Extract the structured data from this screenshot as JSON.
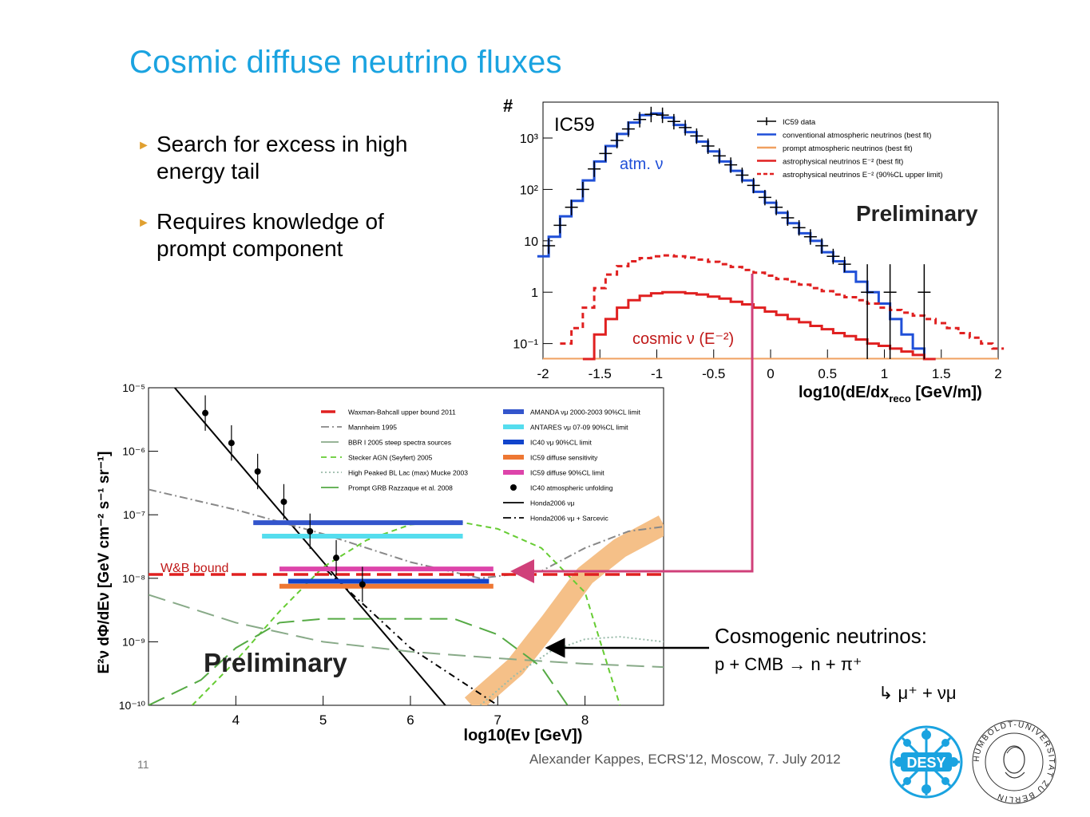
{
  "slide": {
    "title": "Cosmic diffuse neutrino fluxes",
    "bullets": [
      "Search for excess in high energy tail",
      "Requires knowledge of prompt component"
    ],
    "page_number": "11",
    "footer": "Alexander Kappes, ECRS'12, Moscow, 7. July 2012",
    "logo_desy": "DESY",
    "logo_hu_text": "HUMBOLDT-UNIVERSITÄT ZU BERLIN"
  },
  "annotations": {
    "wb_bound": "W&B bound",
    "cosmogenic_title": "Cosmogenic neutrinos:",
    "cosmogenic_line1": "p + CMB → n + π⁺",
    "cosmogenic_line2": "↳ μ⁺ + νμ"
  },
  "colors": {
    "title": "#1aa3e0",
    "blue": "#1f4fd8",
    "red": "#e02020",
    "orange": "#f0a060",
    "pink_arrow": "#d0407a"
  },
  "chart_data": [
    {
      "type": "line",
      "title": "",
      "tag": "IC59",
      "watermark": "Preliminary",
      "ylabel": "#",
      "xlabel": "log10(dE/dx_reco [GeV/m])",
      "xlabel_main": "log10(dE/dx",
      "xlabel_sub": "reco",
      "xlabel_end": " [GeV/m])",
      "ylog": true,
      "xlim": [
        -2,
        2
      ],
      "ylim": [
        0.05,
        5000
      ],
      "xticks": [
        -2,
        -1.5,
        -1,
        -0.5,
        0,
        0.5,
        1,
        1.5,
        2
      ],
      "xtick_labels": [
        "-2",
        "-1.5",
        "-1",
        "-0.5",
        "0",
        "0.5",
        "1",
        "1.5",
        "2"
      ],
      "yticks": [
        0.1,
        1,
        10,
        100,
        1000
      ],
      "ytick_labels": [
        "10⁻¹",
        "1",
        "10",
        "10²",
        "10³"
      ],
      "inline_labels": {
        "atm": "atm. ν",
        "cosmic": "cosmic ν (E⁻²)"
      },
      "legend": [
        {
          "name": "IC59 data",
          "color": "#000000",
          "style": "cross"
        },
        {
          "name": "conventional atmospheric neutrinos (best fit)",
          "color": "#1f4fd8",
          "style": "solid"
        },
        {
          "name": "prompt atmospheric neutrinos (best fit)",
          "color": "#f0a060",
          "style": "solid"
        },
        {
          "name": "astrophysical neutrinos E⁻² (best fit)",
          "color": "#e02020",
          "style": "solid"
        },
        {
          "name": "astrophysical neutrinos E⁻² (90%CL upper limit)",
          "color": "#e02020",
          "style": "dashed"
        }
      ],
      "series": [
        {
          "name": "conventional atmospheric neutrinos (best fit)",
          "color": "#1f4fd8",
          "style": "step",
          "x": [
            -2.0,
            -1.9,
            -1.8,
            -1.7,
            -1.6,
            -1.5,
            -1.4,
            -1.3,
            -1.2,
            -1.1,
            -1.0,
            -0.9,
            -0.8,
            -0.7,
            -0.6,
            -0.5,
            -0.4,
            -0.3,
            -0.2,
            -0.1,
            0.0,
            0.1,
            0.2,
            0.3,
            0.4,
            0.5,
            0.6,
            0.7,
            0.8,
            0.9,
            1.0,
            1.1,
            1.2,
            1.3,
            1.4
          ],
          "y": [
            5,
            12,
            30,
            60,
            150,
            350,
            700,
            1200,
            2000,
            2800,
            3000,
            2500,
            1800,
            1300,
            850,
            550,
            350,
            230,
            150,
            90,
            55,
            35,
            22,
            14,
            10,
            6,
            4,
            2.5,
            1.6,
            1,
            0.6,
            0.3,
            0.15,
            0.08,
            0.05
          ]
        },
        {
          "name": "astrophysical neutrinos E⁻² (best fit)",
          "color": "#e02020",
          "style": "step",
          "x": [
            -1.6,
            -1.5,
            -1.4,
            -1.3,
            -1.2,
            -1.1,
            -1.0,
            -0.9,
            -0.8,
            -0.7,
            -0.6,
            -0.5,
            -0.4,
            -0.3,
            -0.2,
            -0.1,
            0.0,
            0.1,
            0.2,
            0.3,
            0.4,
            0.5,
            0.6,
            0.7,
            0.8,
            0.9,
            1.0,
            1.1,
            1.2,
            1.3,
            1.4
          ],
          "y": [
            0.05,
            0.15,
            0.3,
            0.5,
            0.7,
            0.85,
            0.95,
            1.0,
            1.0,
            0.95,
            0.9,
            0.82,
            0.75,
            0.65,
            0.58,
            0.5,
            0.42,
            0.36,
            0.3,
            0.26,
            0.22,
            0.19,
            0.16,
            0.14,
            0.12,
            0.1,
            0.09,
            0.08,
            0.07,
            0.06,
            0.05
          ]
        },
        {
          "name": "astrophysical neutrinos E⁻² (90%CL upper limit)",
          "color": "#e02020",
          "style": "dashed-step",
          "x": [
            -1.8,
            -1.7,
            -1.6,
            -1.5,
            -1.4,
            -1.3,
            -1.2,
            -1.1,
            -1.0,
            -0.9,
            -0.8,
            -0.7,
            -0.6,
            -0.5,
            -0.4,
            -0.3,
            -0.2,
            -0.1,
            0.0,
            0.1,
            0.2,
            0.3,
            0.4,
            0.5,
            0.6,
            0.7,
            0.8,
            0.9,
            1.0,
            1.1,
            1.2,
            1.3,
            1.4,
            1.5,
            1.6,
            1.7,
            1.8,
            1.9,
            2.0
          ],
          "y": [
            0.1,
            0.2,
            0.5,
            1.2,
            2.2,
            3.2,
            4.0,
            4.6,
            5.0,
            5.2,
            5.0,
            4.7,
            4.3,
            3.9,
            3.5,
            3.1,
            2.7,
            2.4,
            2.1,
            1.8,
            1.6,
            1.4,
            1.2,
            1.05,
            0.9,
            0.8,
            0.7,
            0.6,
            0.5,
            0.45,
            0.4,
            0.35,
            0.3,
            0.25,
            0.2,
            0.16,
            0.13,
            0.1,
            0.08
          ]
        },
        {
          "name": "IC59 data",
          "color": "#000000",
          "style": "points",
          "x": [
            -1.95,
            -1.85,
            -1.75,
            -1.65,
            -1.55,
            -1.45,
            -1.35,
            -1.25,
            -1.15,
            -1.05,
            -0.95,
            -0.85,
            -0.75,
            -0.65,
            -0.55,
            -0.45,
            -0.35,
            -0.25,
            -0.15,
            -0.05,
            0.05,
            0.15,
            0.25,
            0.35,
            0.45,
            0.55,
            0.65,
            0.85,
            1.05,
            1.35
          ],
          "y": [
            8,
            20,
            45,
            100,
            250,
            500,
            900,
            1500,
            2300,
            2900,
            2800,
            2100,
            1600,
            1100,
            700,
            450,
            300,
            190,
            120,
            70,
            45,
            28,
            18,
            12,
            8,
            5,
            3.5,
            1.0,
            1.0,
            1.0
          ]
        }
      ]
    },
    {
      "type": "line",
      "title": "",
      "watermark": "Preliminary",
      "ylabel": "E²ν dΦ/dEν [GeV cm⁻² s⁻¹ sr⁻¹]",
      "xlabel": "log10(Eν [GeV])",
      "xlim": [
        3,
        8.9
      ],
      "ylog": true,
      "ylim": [
        1e-10,
        1e-05
      ],
      "xticks": [
        4,
        5,
        6,
        7,
        8
      ],
      "xtick_labels": [
        "4",
        "5",
        "6",
        "7",
        "8"
      ],
      "yticks": [
        1e-10,
        1e-09,
        1e-08,
        1e-07,
        1e-06,
        1e-05
      ],
      "ytick_labels": [
        "10⁻¹⁰",
        "10⁻⁹",
        "10⁻⁸",
        "10⁻⁷",
        "10⁻⁶",
        "10⁻⁵"
      ],
      "legend": [
        {
          "name": "Waxman-Bahcall upper bound 2011",
          "color": "#e02020",
          "style": "dashed-thick"
        },
        {
          "name": "Mannheim 1995",
          "color": "#888888",
          "style": "dashdot"
        },
        {
          "name": "BBR I 2005 steep spectra sources",
          "color": "#88aa88",
          "style": "longdash"
        },
        {
          "name": "Stecker AGN (Seyfert) 2005",
          "color": "#66cc33",
          "style": "dashed"
        },
        {
          "name": "High Peaked BL Lac (max) Mucke 2003",
          "color": "#99bbaa",
          "style": "dotted"
        },
        {
          "name": "Prompt GRB Razzaque et al. 2008",
          "color": "#55aa44",
          "style": "longdash"
        },
        {
          "name": "AMANDA νμ 2000-2003 90%CL limit",
          "color": "#3355cc",
          "style": "bar"
        },
        {
          "name": "ANTARES νμ 07-09 90%CL limit",
          "color": "#55ddee",
          "style": "bar"
        },
        {
          "name": "IC40 νμ 90%CL limit",
          "color": "#1144cc",
          "style": "bar"
        },
        {
          "name": "IC59 diffuse sensitivity",
          "color": "#ee7733",
          "style": "bar"
        },
        {
          "name": "IC59 diffuse 90%CL limit",
          "color": "#dd44aa",
          "style": "bar"
        },
        {
          "name": "IC40 atmospheric unfolding",
          "color": "#000000",
          "style": "point"
        },
        {
          "name": "Honda2006 νμ",
          "color": "#000000",
          "style": "solid"
        },
        {
          "name": "Honda2006 νμ + Sarcevic",
          "color": "#000000",
          "style": "dashdot"
        }
      ],
      "series": [
        {
          "name": "Honda2006 νμ",
          "color": "#000000",
          "style": "solid",
          "x": [
            3.3,
            6.4
          ],
          "y": [
            1e-05,
            1e-10
          ]
        },
        {
          "name": "Honda2006 νμ + Sarcevic",
          "color": "#000000",
          "style": "dotdash",
          "x": [
            5.0,
            6.0,
            7.0
          ],
          "y": [
            1.5e-08,
            8e-10,
            1e-10
          ]
        },
        {
          "name": "Mannheim 1995",
          "color": "#888888",
          "style": "dashdot",
          "x": [
            3.0,
            4.0,
            5.0,
            6.0,
            6.8,
            7.5,
            8.0,
            8.5,
            8.9
          ],
          "y": [
            2.5e-07,
            1.2e-07,
            5e-08,
            1.8e-08,
            1e-08,
            1.3e-08,
            3e-08,
            5.5e-08,
            6.5e-08
          ]
        },
        {
          "name": "BBR I 2005 steep spectra sources",
          "color": "#88aa88",
          "style": "longdash",
          "x": [
            3.0,
            4.0,
            5.0,
            6.0,
            7.0,
            8.0,
            8.9
          ],
          "y": [
            5.5e-09,
            2e-09,
            1e-09,
            7e-10,
            5.5e-10,
            4.5e-10,
            4e-10
          ]
        },
        {
          "name": "Stecker AGN (Seyfert) 2005",
          "color": "#66cc33",
          "style": "dashed",
          "x": [
            3.5,
            4.0,
            4.5,
            5.0,
            5.5,
            6.0,
            6.5,
            7.0,
            7.5,
            8.0,
            8.4
          ],
          "y": [
            1e-10,
            5e-10,
            3e-09,
            1.5e-08,
            4e-08,
            7e-08,
            8e-08,
            6e-08,
            3e-08,
            6e-09,
            1e-10
          ]
        },
        {
          "name": "High Peaked BL Lac (max) Mucke 2003",
          "color": "#99bbaa",
          "style": "dotted",
          "x": [
            6.8,
            7.2,
            7.6,
            8.0,
            8.4,
            8.9
          ],
          "y": [
            1e-10,
            3e-10,
            7e-10,
            1.1e-09,
            1.2e-09,
            1e-09
          ]
        },
        {
          "name": "Prompt GRB Razzaque et al. 2008",
          "color": "#55aa44",
          "style": "longdash",
          "x": [
            3.0,
            3.6,
            4.0,
            4.5,
            5.0,
            6.5,
            7.0,
            7.5,
            7.8
          ],
          "y": [
            1e-10,
            2.5e-10,
            8e-10,
            2e-09,
            2.3e-09,
            2.3e-09,
            1.3e-09,
            4e-10,
            1e-10
          ]
        },
        {
          "name": "Waxman-Bahcall upper bound 2011",
          "color": "#e02020",
          "style": "dashed-thick",
          "x": [
            3.0,
            8.9
          ],
          "y": [
            1.15e-08,
            1.15e-08
          ]
        }
      ],
      "bands": [
        {
          "name": "AMANDA νμ 2000-2003 90%CL limit",
          "color": "#3355cc",
          "x": [
            4.2,
            6.6
          ],
          "y": 7.5e-08
        },
        {
          "name": "ANTARES νμ 07-09 90%CL limit",
          "color": "#55ddee",
          "x": [
            4.3,
            6.6
          ],
          "y": 4.6e-08
        },
        {
          "name": "IC59 diffuse 90%CL limit",
          "color": "#dd44aa",
          "x": [
            4.5,
            6.95
          ],
          "y": 1.4e-08
        },
        {
          "name": "IC40 νμ 90%CL limit",
          "color": "#1144cc",
          "x": [
            4.6,
            6.9
          ],
          "y": 9e-09
        },
        {
          "name": "IC59 diffuse sensitivity",
          "color": "#ee7733",
          "x": [
            4.5,
            6.95
          ],
          "y": 7.5e-09
        }
      ],
      "cosmogenic_band": {
        "color": "#f5c088",
        "x": [
          6.7,
          7.2,
          7.6,
          8.0,
          8.4,
          8.9
        ],
        "y": [
          1e-10,
          4e-10,
          2e-09,
          1.1e-08,
          3e-08,
          7e-08
        ]
      },
      "unfolding_points": {
        "x": [
          3.65,
          3.95,
          4.25,
          4.55,
          4.85,
          5.15,
          5.45
        ],
        "y": [
          4e-06,
          1.35e-06,
          4.8e-07,
          1.6e-07,
          5.5e-08,
          2.1e-08,
          8e-09
        ]
      }
    }
  ]
}
